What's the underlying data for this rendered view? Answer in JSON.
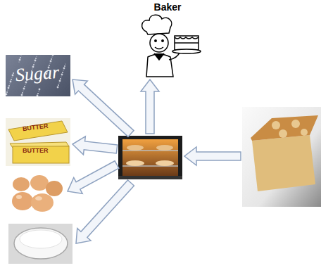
{
  "diagram": {
    "nodes": [
      {
        "text": [
          "Baker"
        ]
      },
      {
        "text": [
          "Sugar"
        ]
      },
      {
        "text": [
          "BUTTER",
          "BUTTER"
        ]
      }
    ]
  }
}
